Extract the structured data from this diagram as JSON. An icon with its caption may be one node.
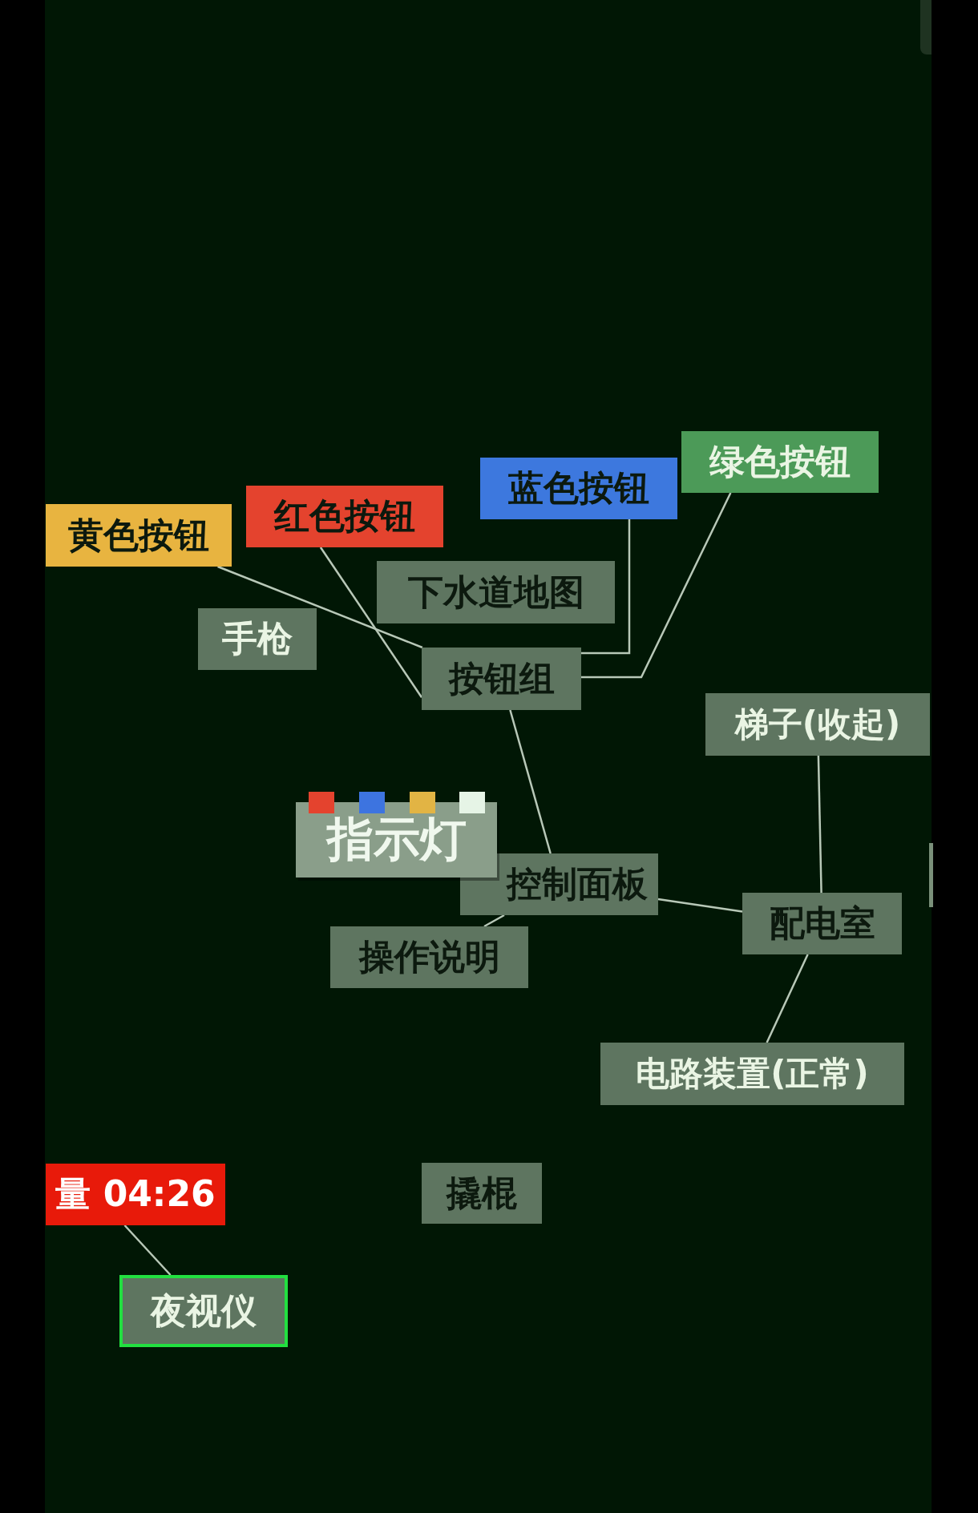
{
  "diagram": {
    "nodes": [
      {
        "text": [
          "绿色按钮"
        ]
      },
      {
        "text": [
          "蓝色按钮"
        ]
      },
      {
        "text": [
          "红色按钮"
        ]
      },
      {
        "text": [
          "黄色按钮"
        ]
      },
      {
        "text": [
          "下水道地图"
        ]
      },
      {
        "text": [
          "手枪"
        ]
      },
      {
        "text": [
          "按钮组"
        ]
      },
      {
        "text": [
          "梯子(收起)"
        ]
      },
      {
        "text": [
          "指示灯"
        ]
      },
      {
        "text": [
          "控制面板"
        ]
      },
      {
        "text": [
          "配电室"
        ]
      },
      {
        "text": [
          "操作说明"
        ]
      },
      {
        "text": [
          "电路装置(正常)"
        ]
      },
      {
        "text": [
          "量 04:26"
        ]
      },
      {
        "text": [
          "撬棍"
        ]
      },
      {
        "text": [
          "夜视仪"
        ]
      }
    ],
    "edges": [
      {
        "from": 3,
        "to": 6,
        "arrow": "none"
      },
      {
        "from": 2,
        "to": 6,
        "arrow": "none"
      },
      {
        "from": 1,
        "to": 6,
        "arrow": "none"
      },
      {
        "from": 0,
        "to": 6,
        "arrow": "none"
      },
      {
        "from": 6,
        "to": 9,
        "arrow": "none"
      },
      {
        "from": 9,
        "to": 10,
        "arrow": "none"
      },
      {
        "from": 7,
        "to": 10,
        "arrow": "none"
      },
      {
        "from": 10,
        "to": 12,
        "arrow": "none"
      },
      {
        "from": 9,
        "to": 11,
        "arrow": "none"
      },
      {
        "from": 13,
        "to": 15,
        "arrow": "none"
      }
    ]
  }
}
